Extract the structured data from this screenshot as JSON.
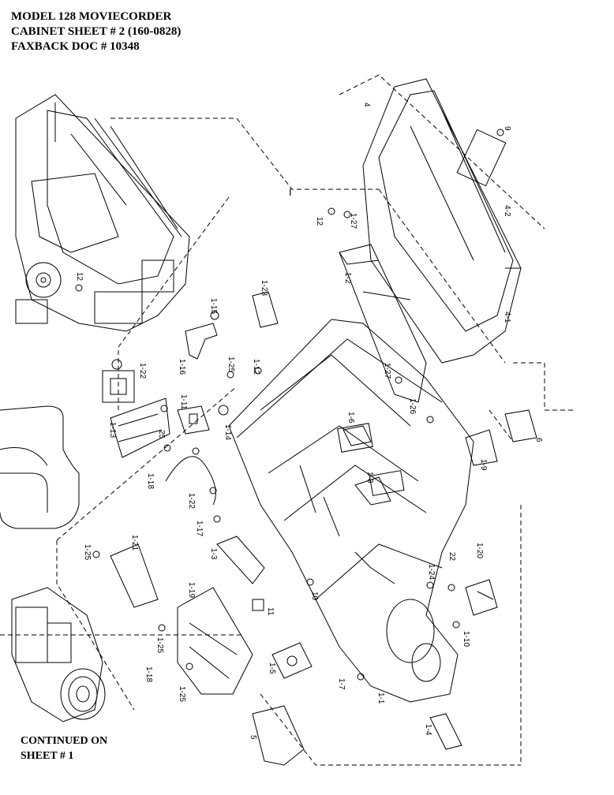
{
  "header": {
    "line1": "MODEL 128 MOVIECORDER",
    "line2": "CABINET SHEET # 2  (160-0828)",
    "line3": "FAXBACK DOC # 10348"
  },
  "footer": {
    "line1": "CONTINUED ON",
    "line2": "SHEET # 1"
  },
  "part_labels": {
    "p4": "4",
    "p9": "9",
    "pI": "I",
    "p4_2": "4-2",
    "p4_1": "4-1",
    "p12a": "12",
    "p1_27a": "1-27",
    "p1_2": "1-2",
    "p1_23": "1-23",
    "p1_15": "1-15",
    "p1_16": "1-16",
    "p12b": "12",
    "p1_12": "1-12",
    "p1_22": "1-22",
    "p1_25a": "1-25",
    "p1_11": "1-11",
    "p1_13": "1-13",
    "p25": "25",
    "p1_14": "1-14",
    "p1_27b": "1-27",
    "p1_26": "1-26",
    "p1_6": "1-6",
    "p6": "6",
    "p1_9": "1-9",
    "p1_18a": "1-18",
    "p1_8": "1-8",
    "p1_22b": "1-22",
    "p1_17": "1-17",
    "p1_3": "1-3",
    "p1_25b": "1-25",
    "p1_21": "1-21",
    "p1_19": "1-19",
    "p10": "10",
    "p1_24": "1-24",
    "p22": "22",
    "p1_20": "1-20",
    "p1_10": "1-10",
    "p1_25c": "1-25",
    "p1_18b": "1-18",
    "p1_25d": "1-25",
    "p1_5": "1-5",
    "p1_1": "1-1",
    "p1_4": "1-4",
    "p5": "5",
    "p11": "11",
    "p1_7": "1-7"
  }
}
